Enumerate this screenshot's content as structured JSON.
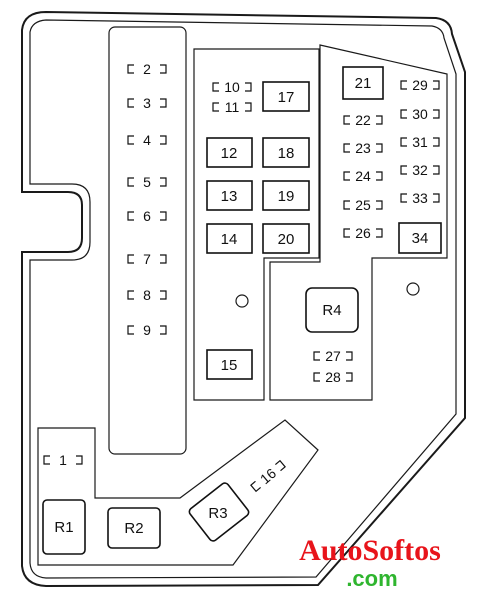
{
  "fuses_small": {
    "f1": "1",
    "f2": "2",
    "f3": "3",
    "f4": "4",
    "f5": "5",
    "f6": "6",
    "f7": "7",
    "f8": "8",
    "f9": "9",
    "f10": "10",
    "f11": "11",
    "f16": "16",
    "f22": "22",
    "f23": "23",
    "f24": "24",
    "f25": "25",
    "f26": "26",
    "f27": "27",
    "f28": "28",
    "f29": "29",
    "f30": "30",
    "f31": "31",
    "f32": "32",
    "f33": "33"
  },
  "fuses_large": {
    "f12": "12",
    "f13": "13",
    "f14": "14",
    "f15": "15",
    "f17": "17",
    "f18": "18",
    "f19": "19",
    "f20": "20",
    "f21": "21",
    "f34": "34"
  },
  "relays": {
    "r1": "R1",
    "r2": "R2",
    "r3": "R3",
    "r4": "R4"
  },
  "watermark": {
    "line1": "AutoSoftos",
    "line2": ".com",
    "color1": "#e8141b",
    "color2": "#2fb52f"
  }
}
